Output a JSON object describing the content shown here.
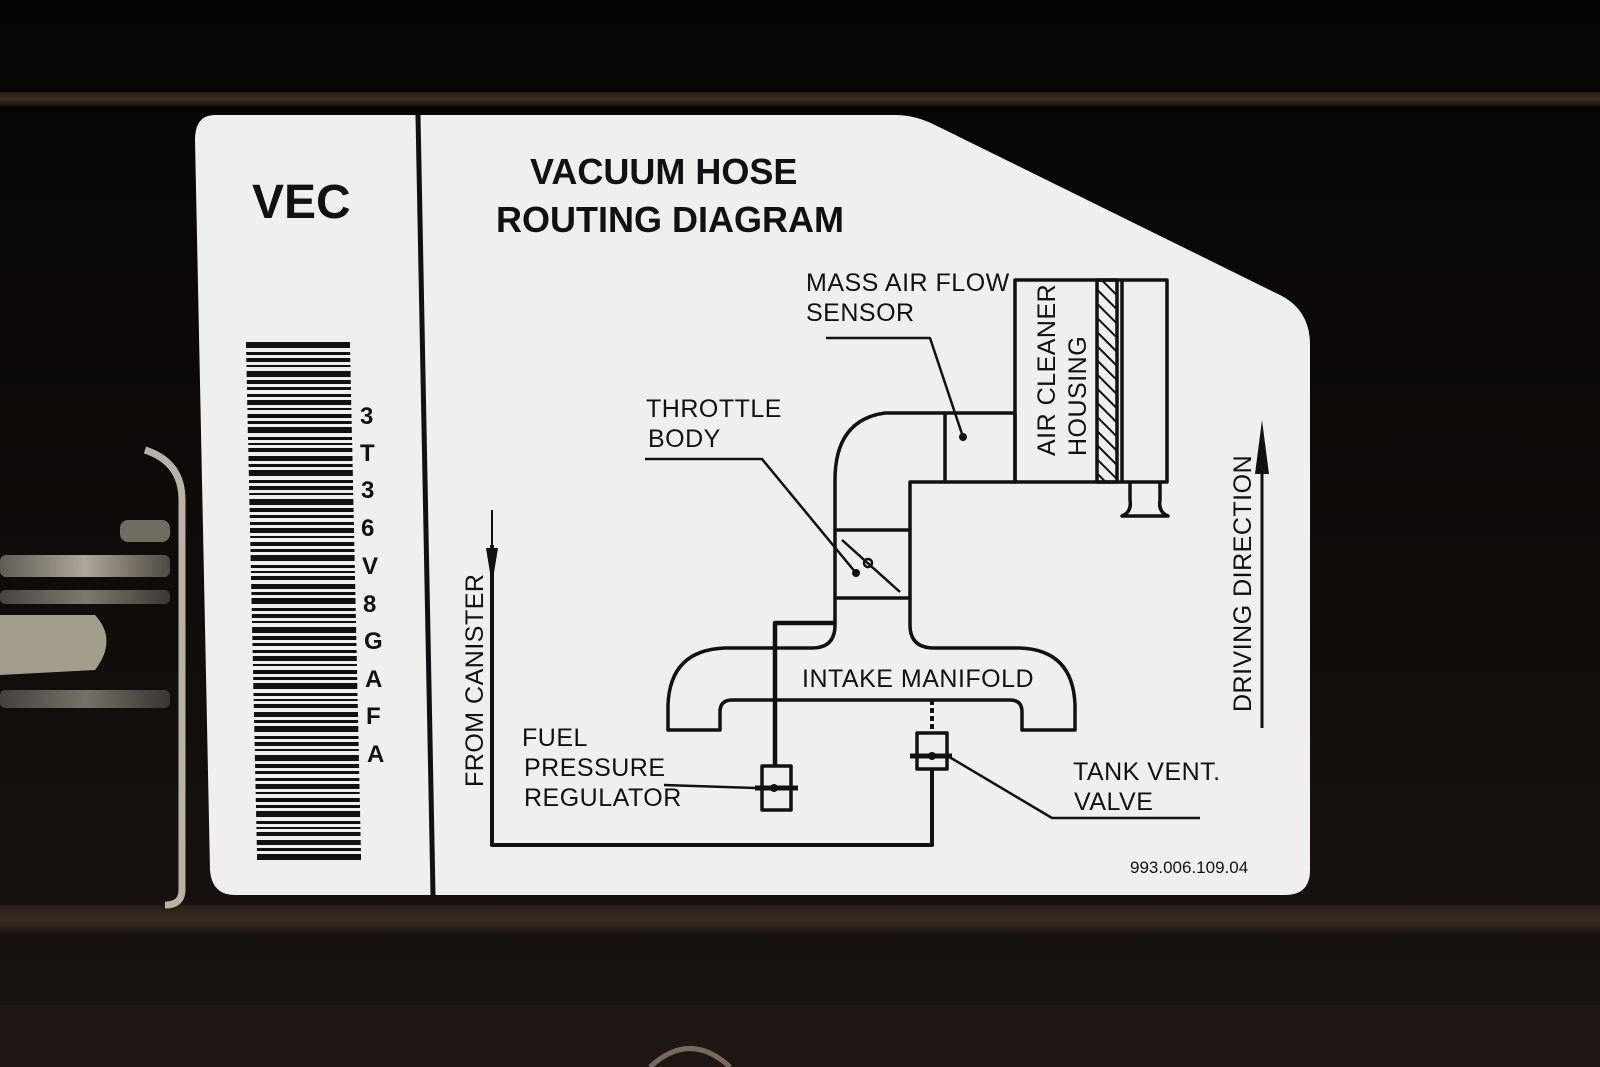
{
  "label": {
    "brand_code": "VEC",
    "title_line1": "VACUUM HOSE",
    "title_line2": "ROUTING DIAGRAM",
    "barcode_chars": [
      "3",
      "T",
      "3",
      "6",
      "V",
      "8",
      "G",
      "A",
      "F",
      "A"
    ],
    "part_number": "993.006.109.04"
  },
  "diagram": {
    "mass_air_flow_line1": "MASS AIR FLOW",
    "mass_air_flow_line2": "SENSOR",
    "throttle_line1": "THROTTLE",
    "throttle_line2": "BODY",
    "air_cleaner_line1": "AIR CLEANER",
    "air_cleaner_line2": "HOUSING",
    "intake_manifold": "INTAKE MANIFOLD",
    "from_canister": "FROM CANISTER",
    "fuel_line1": "FUEL",
    "fuel_line2": "PRESSURE",
    "fuel_line3": "REGULATOR",
    "tank_line1": "TANK VENT.",
    "tank_line2": "VALVE",
    "driving_direction": "DRIVING DIRECTION"
  },
  "colors": {
    "background": "#0b0908",
    "sticker": "#efefed",
    "ink": "#111111"
  }
}
